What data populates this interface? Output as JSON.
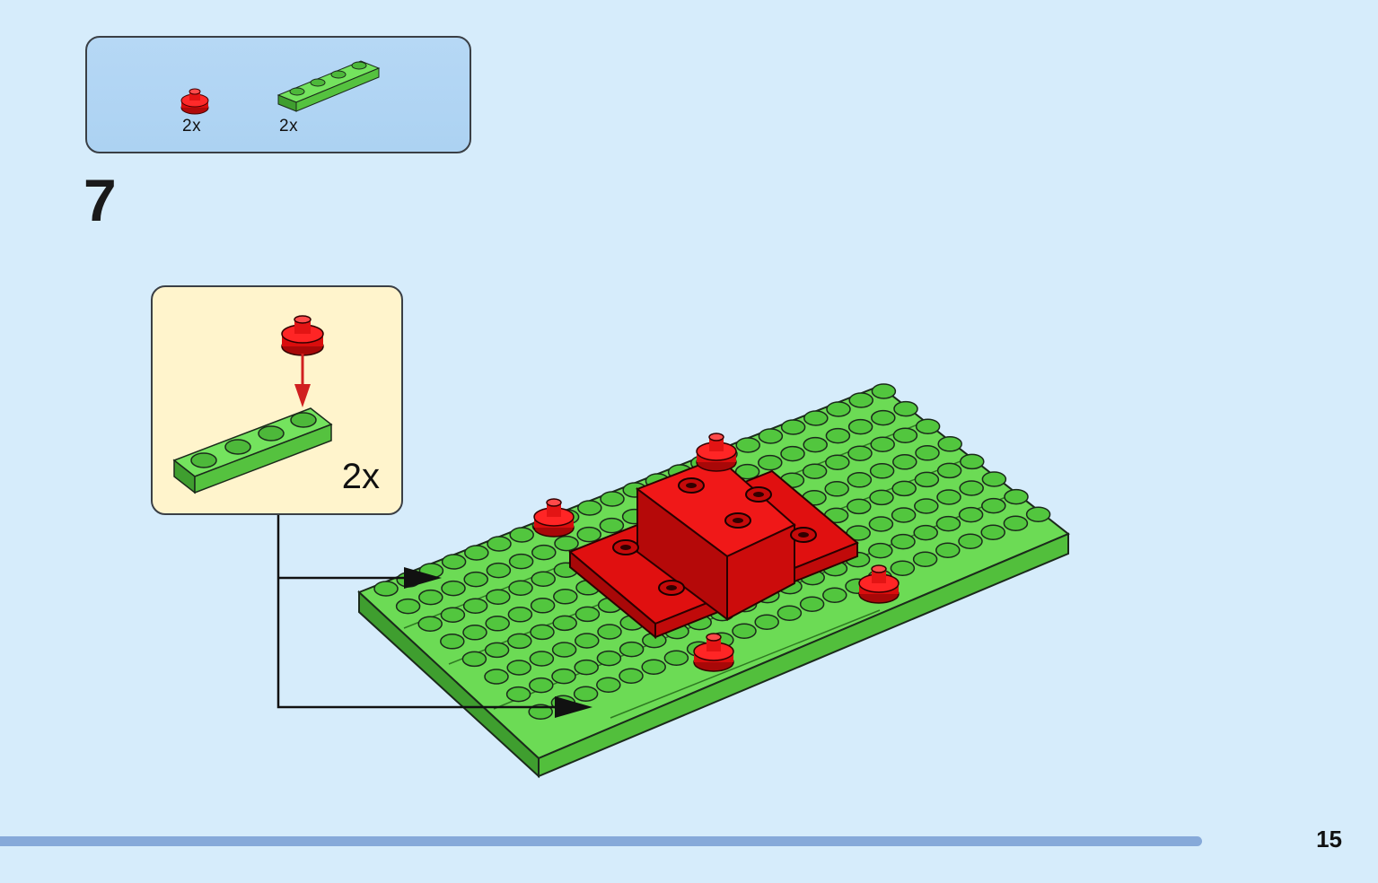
{
  "parts_list": {
    "items": [
      {
        "name": "red-round-plate-1x1",
        "quantity": "2x",
        "color": "#d90d0d"
      },
      {
        "name": "green-plate-1x4",
        "quantity": "2x",
        "color": "#5ecf4a"
      }
    ]
  },
  "step": {
    "number": "7"
  },
  "callout": {
    "quantity": "2x"
  },
  "page": {
    "number": "15",
    "progress": 0.934
  },
  "colors": {
    "background": "#d6ecfb",
    "green": "#5ecf4a",
    "green_dark": "#3f9e2f",
    "red": "#e01010",
    "red_dark": "#a80808",
    "outline": "#1b2a1b"
  }
}
